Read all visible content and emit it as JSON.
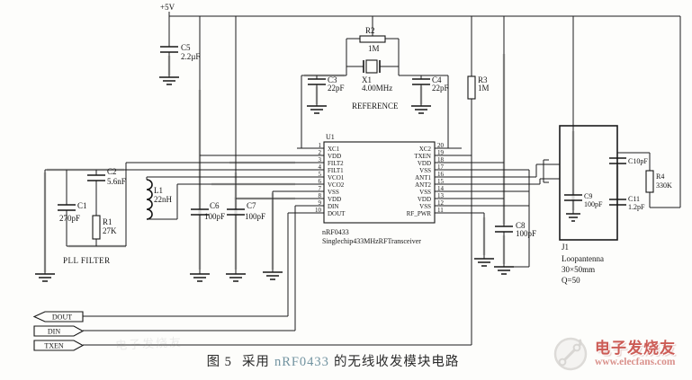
{
  "power_rail": {
    "label": "+5V"
  },
  "ic": {
    "ref": "U1",
    "part": "nRF0433",
    "part_desc": "Singlechip433MHzRFTransceiver",
    "left_pins": [
      {
        "num": "1",
        "name": "XC1"
      },
      {
        "num": "2",
        "name": "VDD"
      },
      {
        "num": "3",
        "name": "FILT2"
      },
      {
        "num": "4",
        "name": "FILT1"
      },
      {
        "num": "5",
        "name": "VCO1"
      },
      {
        "num": "6",
        "name": "VCO2"
      },
      {
        "num": "7",
        "name": "VSS"
      },
      {
        "num": "8",
        "name": "VDD"
      },
      {
        "num": "9",
        "name": "DIN"
      },
      {
        "num": "10",
        "name": "DOUT"
      }
    ],
    "right_pins": [
      {
        "num": "20",
        "name": "XC2"
      },
      {
        "num": "19",
        "name": "TXEN"
      },
      {
        "num": "18",
        "name": "VDD"
      },
      {
        "num": "17",
        "name": "VSS"
      },
      {
        "num": "16",
        "name": "ANT1"
      },
      {
        "num": "15",
        "name": "ANT2"
      },
      {
        "num": "14",
        "name": "VSS"
      },
      {
        "num": "13",
        "name": "VDD"
      },
      {
        "num": "12",
        "name": "VSS"
      },
      {
        "num": "11",
        "name": "RF_PWR"
      }
    ]
  },
  "components": {
    "c1": {
      "ref": "C1",
      "value": "270pF"
    },
    "c2": {
      "ref": "C2",
      "value": "5.6nF"
    },
    "c3": {
      "ref": "C3",
      "value": "22pF"
    },
    "c4": {
      "ref": "C4",
      "value": "22pF"
    },
    "c5": {
      "ref": "C5",
      "value": "2.2µF"
    },
    "c6": {
      "ref": "C6",
      "value": "100pF"
    },
    "c7": {
      "ref": "C7",
      "value": "100pF"
    },
    "c8": {
      "ref": "C8",
      "value": "100pF"
    },
    "c9": {
      "ref": "C9",
      "value": "100pF"
    },
    "c10": {
      "label": "C10pF"
    },
    "c11": {
      "ref": "C11",
      "value": "1.2pF"
    },
    "r1": {
      "ref": "R1",
      "value": "27K"
    },
    "r2": {
      "ref": "R2",
      "value": "1M"
    },
    "r3": {
      "ref": "R3",
      "value": "1M"
    },
    "r4": {
      "ref": "R4",
      "value": "330K"
    },
    "l1": {
      "ref": "L1",
      "value": "22nH"
    },
    "x1": {
      "ref": "X1",
      "value": "4.00MHz"
    }
  },
  "labels": {
    "reference": "REFERENCE",
    "pll_filter": "PLL FILTER"
  },
  "antenna": {
    "ref": "J1",
    "type": "Loopantenna",
    "size": "30×50mm",
    "q_factor": "Q=50"
  },
  "connectors": {
    "dout": "DOUT",
    "din": "DIN",
    "txen": "TXEN"
  },
  "caption": {
    "figure": "图 5",
    "prefix": "采用",
    "part": "nRF0433",
    "suffix": "的无线收发模块电路"
  },
  "watermark": {
    "site_name": "电子发烧友",
    "site_url": "www.elecfans.com",
    "accent_color": "#cc5b55"
  }
}
